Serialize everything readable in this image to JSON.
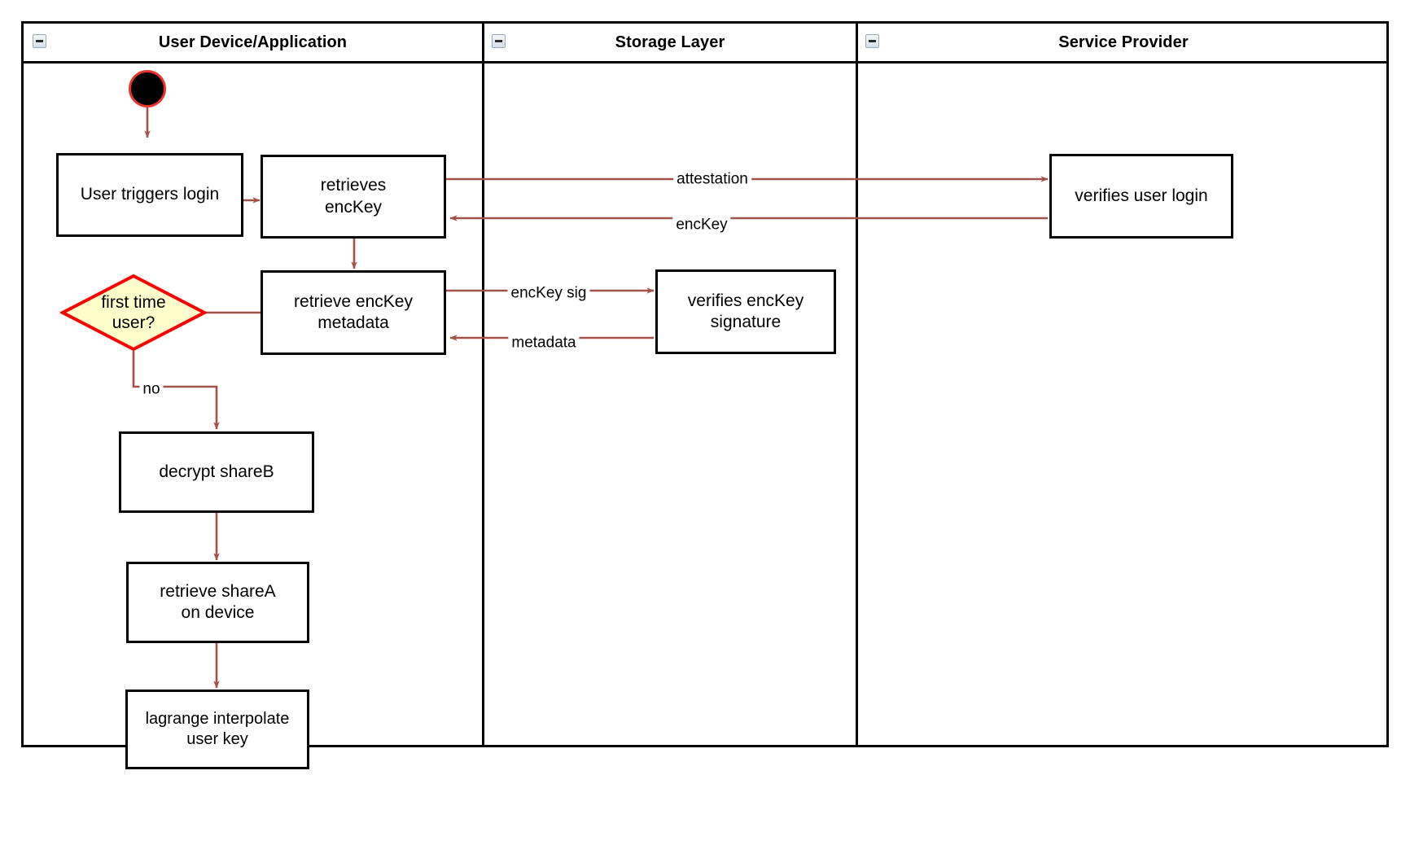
{
  "diagram": {
    "type": "swimlane-activity-diagram",
    "background": "#ffffff",
    "edge_color": "#a35249",
    "node_border_color": "#000000",
    "decision_fill": "#ffffcc",
    "decision_border": "#ff0000",
    "start_node_fill": "#000000",
    "start_node_ring": "#e8342a"
  },
  "lanes": [
    {
      "id": "user-device",
      "title": "User Device/Application",
      "collapse_icon": "collapse-minus-icon"
    },
    {
      "id": "storage-layer",
      "title": "Storage Layer",
      "collapse_icon": "collapse-minus-icon"
    },
    {
      "id": "service-provider",
      "title": "Service Provider",
      "collapse_icon": "collapse-minus-icon"
    }
  ],
  "nodes": {
    "start": {
      "shape": "initial-node",
      "label": ""
    },
    "user_triggers_login": {
      "shape": "activity",
      "label": "User triggers login"
    },
    "retrieves_enckey": {
      "shape": "activity",
      "line1": "retrieves",
      "line2": "encKey"
    },
    "retrieve_enckey_metadata": {
      "shape": "activity",
      "line1": "retrieve encKey",
      "line2": "metadata"
    },
    "first_time_user": {
      "shape": "decision",
      "line1": "first time",
      "line2": "user?"
    },
    "decrypt_shareb": {
      "shape": "activity",
      "label": "decrypt shareB"
    },
    "retrieve_sharea": {
      "shape": "activity",
      "line1": "retrieve shareA",
      "line2": "on device"
    },
    "lagrange_interpolate": {
      "shape": "activity",
      "line1": "lagrange interpolate",
      "line2": "user key"
    },
    "verifies_enckey_signature": {
      "shape": "activity",
      "line1": "verifies encKey",
      "line2": "signature"
    },
    "verifies_user_login": {
      "shape": "activity",
      "label": "verifies user login"
    }
  },
  "edges": [
    {
      "id": "start-to-login",
      "from": "start",
      "to": "user_triggers_login",
      "label": ""
    },
    {
      "id": "login-to-retrieves",
      "from": "user_triggers_login",
      "to": "retrieves_enckey",
      "label": ""
    },
    {
      "id": "attestation",
      "from": "retrieves_enckey",
      "to": "verifies_user_login",
      "label": "attestation"
    },
    {
      "id": "enckey-return",
      "from": "verifies_user_login",
      "to": "retrieves_enckey",
      "label": "encKey"
    },
    {
      "id": "retrieves-to-metadata",
      "from": "retrieves_enckey",
      "to": "retrieve_enckey_metadata",
      "label": ""
    },
    {
      "id": "enckey-sig",
      "from": "retrieve_enckey_metadata",
      "to": "verifies_enckey_signature",
      "label": "encKey sig"
    },
    {
      "id": "metadata-return",
      "from": "verifies_enckey_signature",
      "to": "retrieve_enckey_metadata",
      "label": "metadata"
    },
    {
      "id": "metadata-to-decision",
      "from": "retrieve_enckey_metadata",
      "to": "first_time_user",
      "label": ""
    },
    {
      "id": "decision-no",
      "from": "first_time_user",
      "to": "decrypt_shareb",
      "label": "no"
    },
    {
      "id": "decrypt-to-sharea",
      "from": "decrypt_shareb",
      "to": "retrieve_sharea",
      "label": ""
    },
    {
      "id": "sharea-to-lagrange",
      "from": "retrieve_sharea",
      "to": "lagrange_interpolate",
      "label": ""
    }
  ],
  "edge_labels": {
    "attestation": "attestation",
    "enckey": "encKey",
    "enckey_sig": "encKey sig",
    "metadata": "metadata",
    "no": "no"
  }
}
